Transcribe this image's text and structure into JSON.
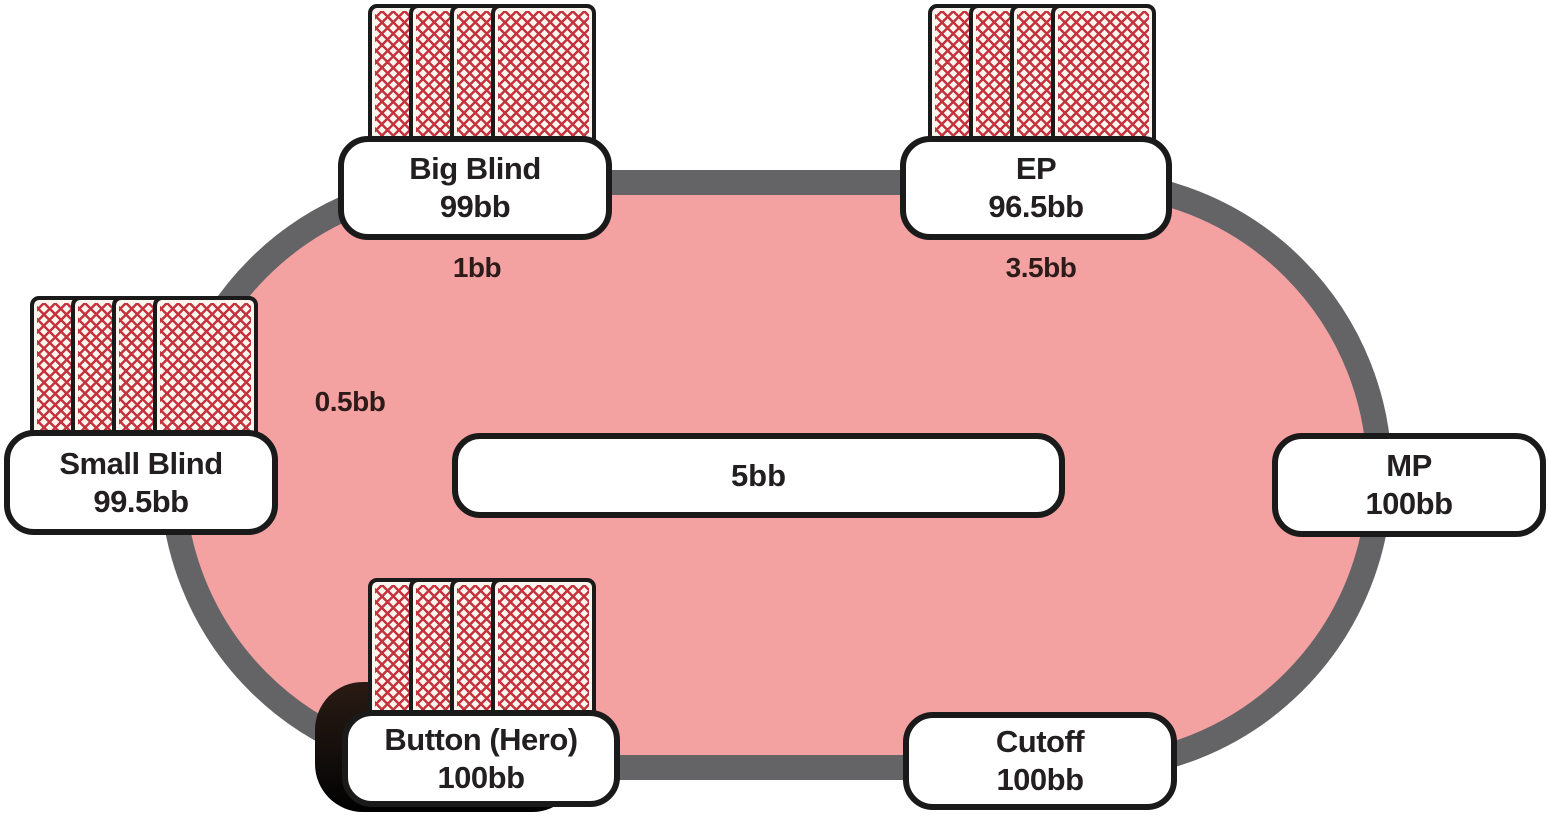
{
  "diagram": {
    "pot_label": "5bb"
  },
  "seats": [
    {
      "position": "Big Blind",
      "stack": "99bb",
      "bet": "1bb",
      "cards": 4,
      "is_dealer": false
    },
    {
      "position": "EP",
      "stack": "96.5bb",
      "bet": "3.5bb",
      "cards": 4,
      "is_dealer": false
    },
    {
      "position": "Small Blind",
      "stack": "99.5bb",
      "bet": "0.5bb",
      "cards": 4,
      "is_dealer": false
    },
    {
      "position": "MP",
      "stack": "100bb",
      "cards": 0,
      "is_dealer": false
    },
    {
      "position": "Button (Hero)",
      "stack": "100bb",
      "cards": 4,
      "is_dealer": true
    },
    {
      "position": "Cutoff",
      "stack": "100bb",
      "cards": 0,
      "is_dealer": false
    }
  ],
  "colors": {
    "felt": "#f4a1a2",
    "rail": "#646467",
    "card_back_red": "#c5333e",
    "card_back_bg": "#fdf5ee"
  }
}
